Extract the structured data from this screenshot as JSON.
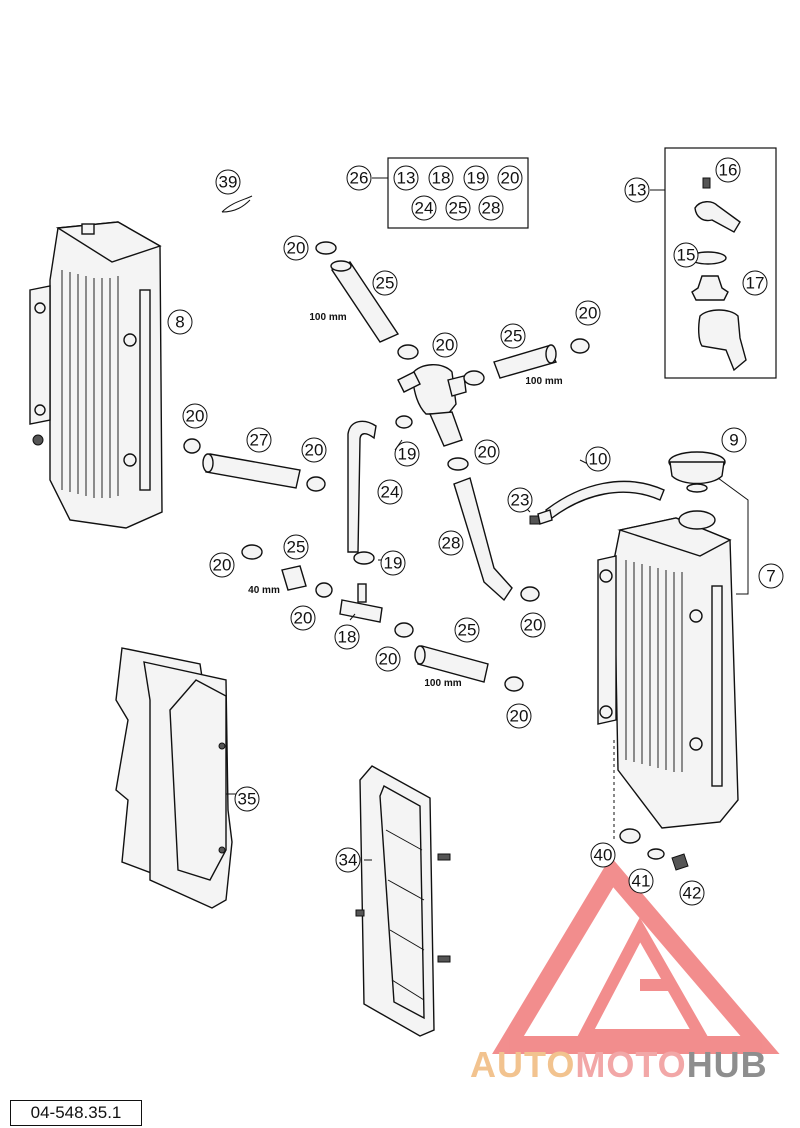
{
  "doc_id": "04-548.35.1",
  "brand": {
    "part_a": "AUTO",
    "part_b": "MOTO",
    "part_c": "HUB",
    "color_a": "#f2c38f",
    "color_b": "#f2a7a7",
    "color_c": "#8e8e8e",
    "triangle_color": "#f07a7a"
  },
  "kit_box": {
    "label": "26",
    "items": [
      "13",
      "18",
      "19",
      "20",
      "24",
      "25",
      "28"
    ]
  },
  "thermostat_box": {
    "label": "13",
    "items": [
      "16",
      "15",
      "17"
    ]
  },
  "measurements": {
    "hose_top": "100 mm",
    "hose_right": "100 mm",
    "hose_small": "40 mm",
    "hose_bottom": "100 mm"
  },
  "callouts": {
    "c39": "39",
    "c8": "8",
    "c9": "9",
    "c7": "7",
    "c10": "10",
    "c23": "23",
    "c20a": "20",
    "c20b": "20",
    "c20c": "20",
    "c20d": "20",
    "c20e": "20",
    "c20f": "20",
    "c20g": "20",
    "c20h": "20",
    "c20i": "20",
    "c20j": "20",
    "c20k": "20",
    "c25a": "25",
    "c25b": "25",
    "c25c": "25",
    "c25d": "25",
    "c27": "27",
    "c24": "24",
    "c28": "28",
    "c19a": "19",
    "c19b": "19",
    "c18": "18",
    "c35": "35",
    "c34": "34",
    "c40": "40",
    "c41": "41",
    "c42": "42"
  }
}
